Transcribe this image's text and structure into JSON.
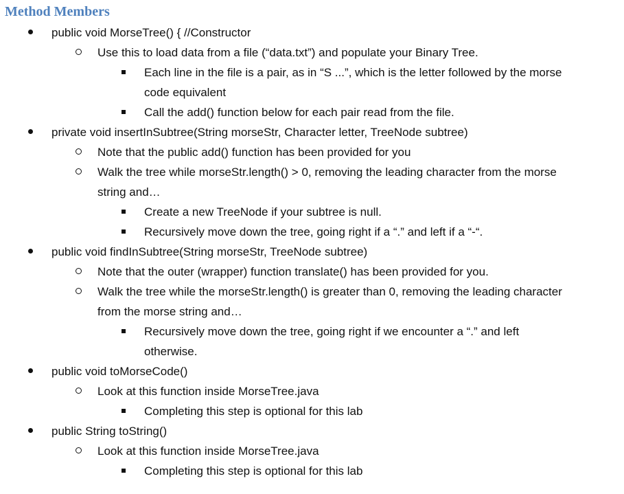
{
  "document": {
    "heading": "Method Members",
    "lines": [
      "public void MorseTree() {  //Constructor",
      "Use this to load data from a file (“data.txt”) and populate your Binary Tree.",
      "Each line in the file is a pair, as in “S ...”, which is the letter followed by the morse",
      "code equivalent",
      "Call the add() function below for each pair read from the file.",
      "private void insertInSubtree(String morseStr, Character letter, TreeNode subtree)",
      "Note that the public add() function has been provided for you",
      "Walk the tree while morseStr.length() > 0, removing the leading character from the morse",
      "string and…",
      "Create a new TreeNode if your subtree is null.",
      "Recursively move down the tree, going right if a “.” and left if a “-“.",
      "public void findInSubtree(String morseStr, TreeNode subtree)",
      "Note that the outer (wrapper) function translate() has been provided for you.",
      "Walk the tree while the morseStr.length() is greater than 0, removing the leading character",
      "from the morse string and…",
      "Recursively move down the tree, going right if we encounter a “.” and left",
      "otherwise.",
      "public void toMorseCode()",
      "Look at this function inside MorseTree.java",
      "Completing this step is optional for this lab",
      "public String toString()",
      "Look at this function inside MorseTree.java",
      "Completing this step is optional for this lab"
    ]
  }
}
